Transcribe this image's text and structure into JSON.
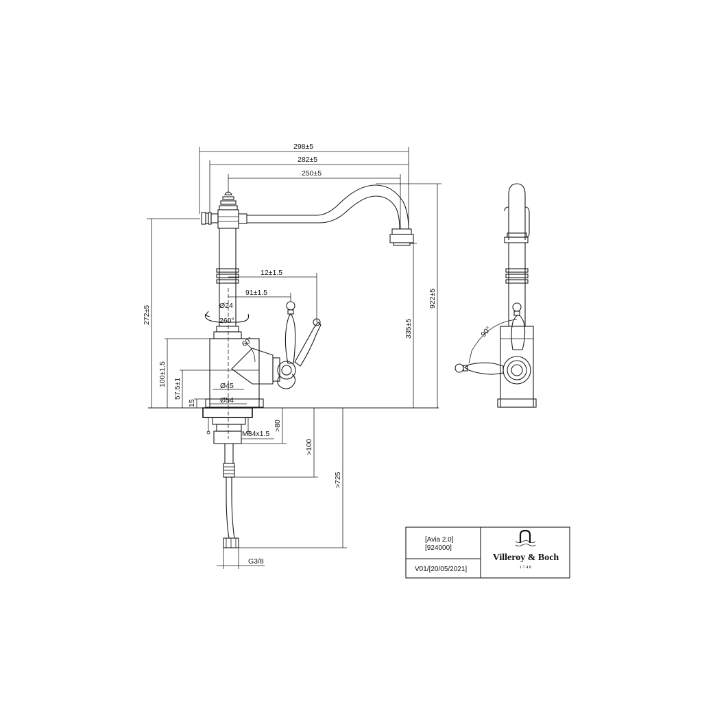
{
  "dimensions": {
    "overall_reach": "298±5",
    "spout_reach": "282±5",
    "spout_to_axis": "250±5",
    "lever_offset_a": "12±1.5",
    "lever_offset_b": "91±1.5",
    "column_diameter": "Ø24",
    "swivel_angle": "260°",
    "lever_angle": "60°",
    "base_diameter_a": "Ø45",
    "base_diameter_b": "Ø54",
    "body_height": "272±5",
    "lever_height": "100±1.5",
    "base_height": "57.5±1",
    "plinth_height": "15",
    "total_height": "922±5",
    "outlet_height": "335±5",
    "thread": "M34x1.5",
    "max_deck": ">80",
    "min_clearance": ">100",
    "hose_length": ">725",
    "connection": "G3/8",
    "side_lever_angle": "90°"
  },
  "title_block": {
    "model": "[Avia 2.0]",
    "code": "[924000]",
    "version": "V01/[20/05/2021]",
    "brand": "Villeroy & Boch",
    "brand_year": "1748"
  }
}
